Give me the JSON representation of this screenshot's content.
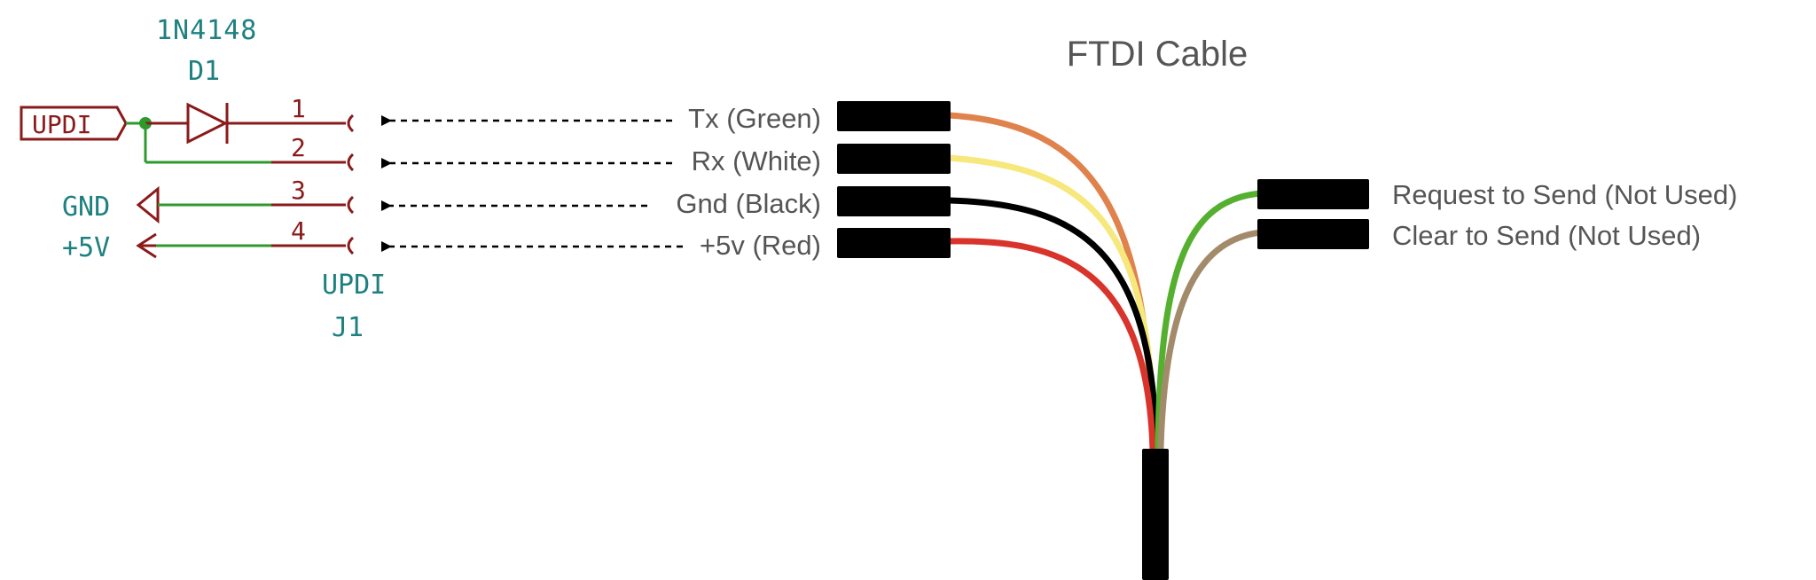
{
  "title": "FTDI Cable",
  "colors": {
    "schematic_red": "#8b1a1a",
    "schematic_green": "#2e9a2e",
    "schematic_teal": "#1f8080",
    "connector_black": "#000000",
    "wire_orange": "#e0824c",
    "wire_yellow": "#f6e87c",
    "wire_black": "#000000",
    "wire_red": "#d8342b",
    "wire_green": "#55b030",
    "wire_brown": "#a38a6b",
    "arrow": "#000000",
    "text_gray": "#555555"
  },
  "schematic": {
    "diode_part": "1N4148",
    "diode_ref": "D1",
    "updi_flag": "UPDI",
    "gnd_label": "GND",
    "vcc_label": "+5V",
    "connector_name": "UPDI",
    "connector_ref": "J1",
    "pins": [
      "1",
      "2",
      "3",
      "4"
    ]
  },
  "cable_pins": [
    {
      "label": "Tx (Green)",
      "wire": "orange"
    },
    {
      "label": "Rx (White)",
      "wire": "yellow"
    },
    {
      "label": "Gnd (Black)",
      "wire": "black"
    },
    {
      "label": "+5v (Red)",
      "wire": "red"
    }
  ],
  "unused_pins": [
    {
      "label": "Request to Send (Not Used)",
      "wire": "green"
    },
    {
      "label": "Clear to Send (Not Used)",
      "wire": "brown"
    }
  ]
}
